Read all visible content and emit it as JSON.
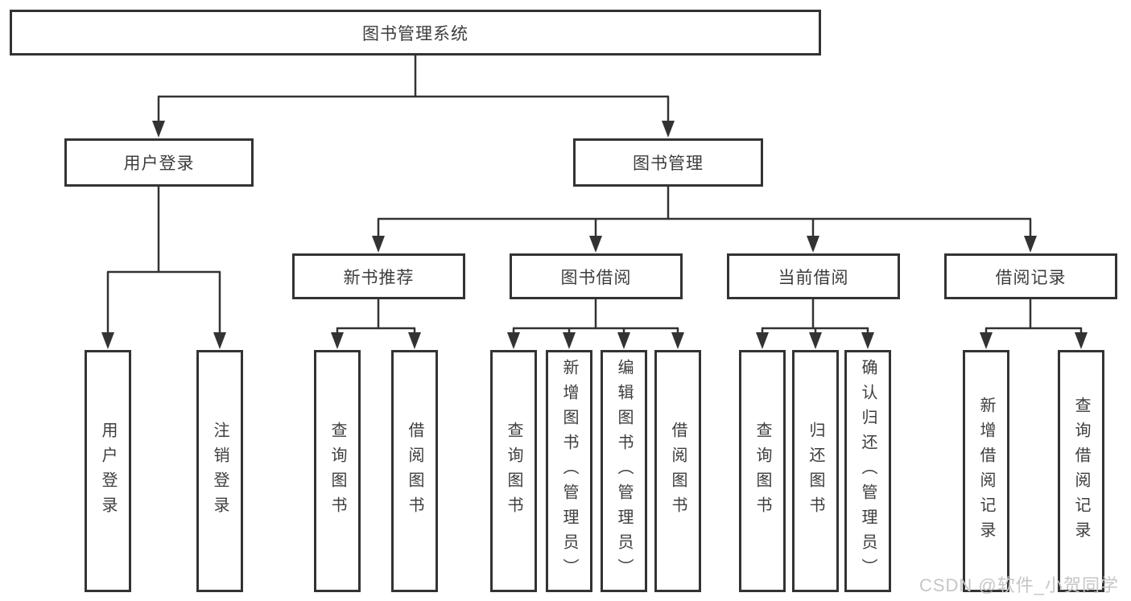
{
  "diagram": {
    "root": {
      "label": "图书管理系统"
    },
    "branches": [
      {
        "label": "用户登录",
        "leaves": [
          {
            "label": "用户登录"
          },
          {
            "label": "注销登录"
          }
        ]
      },
      {
        "label": "图书管理",
        "groups": [
          {
            "label": "新书推荐",
            "leaves": [
              {
                "label": "查询图书"
              },
              {
                "label": "借阅图书"
              }
            ]
          },
          {
            "label": "图书借阅",
            "leaves": [
              {
                "label": "查询图书"
              },
              {
                "label": "新增图书（管理员）"
              },
              {
                "label": "编辑图书（管理员）"
              },
              {
                "label": "借阅图书"
              }
            ]
          },
          {
            "label": "当前借阅",
            "leaves": [
              {
                "label": "查询图书"
              },
              {
                "label": "归还图书"
              },
              {
                "label": "确认归还（管理员）"
              }
            ]
          },
          {
            "label": "借阅记录",
            "leaves": [
              {
                "label": "新增借阅记录"
              },
              {
                "label": "查询借阅记录"
              }
            ]
          }
        ]
      }
    ]
  },
  "watermark": {
    "text": "CSDN @软件_小贺同学",
    "color": "#c6c6c6"
  },
  "colors": {
    "line": "#333333",
    "box_border": "#333333",
    "box_fill": "#ffffff",
    "text": "#3d3d3d",
    "background": "#ffffff"
  }
}
